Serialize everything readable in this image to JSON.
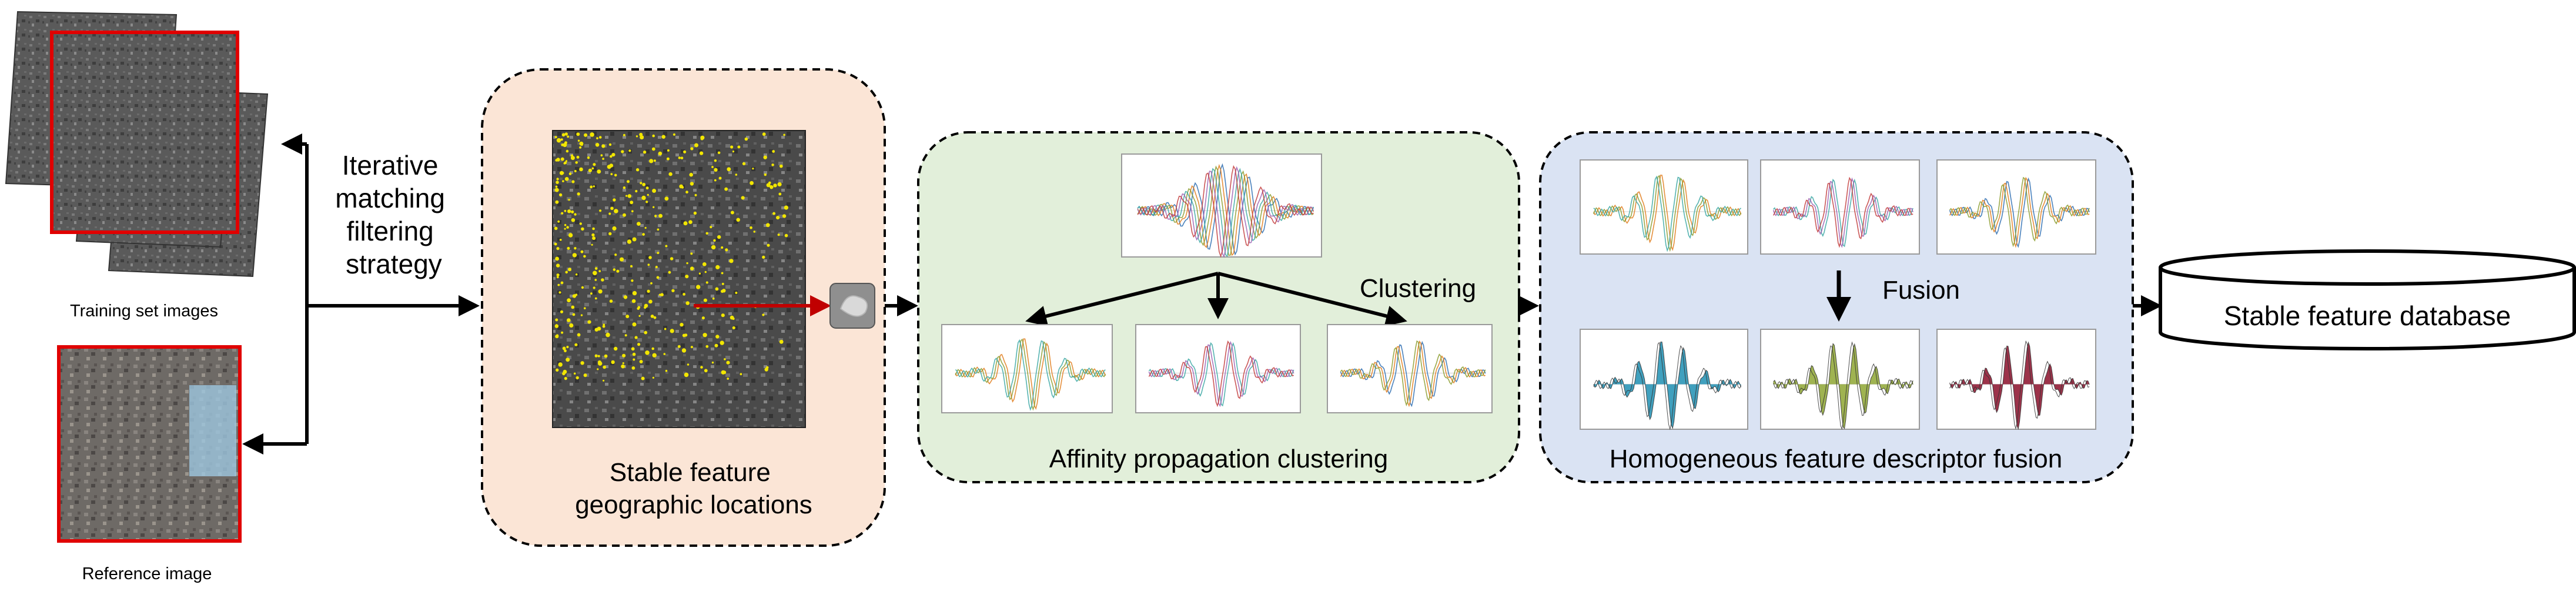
{
  "inputs": {
    "training_caption": "Training set images",
    "reference_caption": "Reference image"
  },
  "strategy": {
    "lines": [
      "Iterative",
      "matching",
      "filtering",
      "strategy"
    ]
  },
  "stage1": {
    "caption_lines": [
      "Stable feature",
      "geographic locations"
    ],
    "fill": "#fbe5d6"
  },
  "stage2": {
    "caption": "Affinity propagation clustering",
    "label": "Clustering",
    "fill": "#e2efda"
  },
  "stage3": {
    "caption": "Homogeneous feature descriptor fusion",
    "label": "Fusion",
    "fill": "#dae3f3"
  },
  "output": {
    "label": "Stable feature database"
  },
  "colors": {
    "border": "#000000",
    "frame_red": "#e00000",
    "arrow_red": "#c00000",
    "point_yellow": "#f2e600",
    "fused_blue": "#1f8fb3",
    "fused_green": "#8ea632",
    "fused_red": "#8b0f2a"
  }
}
